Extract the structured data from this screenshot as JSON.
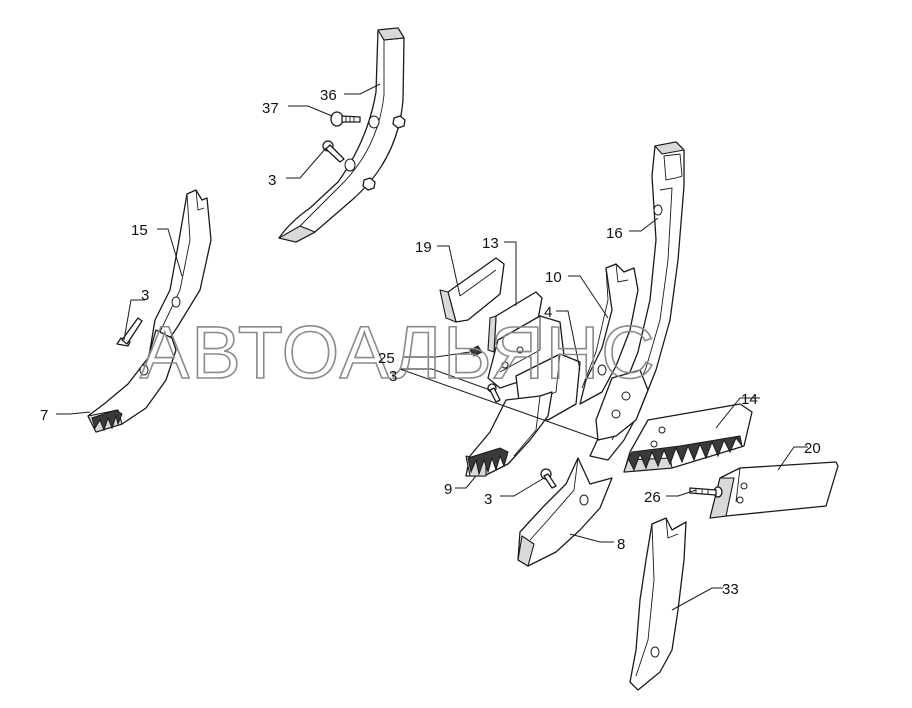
{
  "watermark": "АВТОАЛЬЯНС",
  "callouts": {
    "c36": "36",
    "c37": "37",
    "c3a": "3",
    "c15": "15",
    "c3b": "3",
    "c7": "7",
    "c19": "19",
    "c13": "13",
    "c10": "10",
    "c16": "16",
    "c4": "4",
    "c25": "25",
    "c3c": "3",
    "c14": "14",
    "c20": "20",
    "c9": "9",
    "c3d": "3",
    "c26": "26",
    "c8": "8",
    "c33": "33"
  }
}
